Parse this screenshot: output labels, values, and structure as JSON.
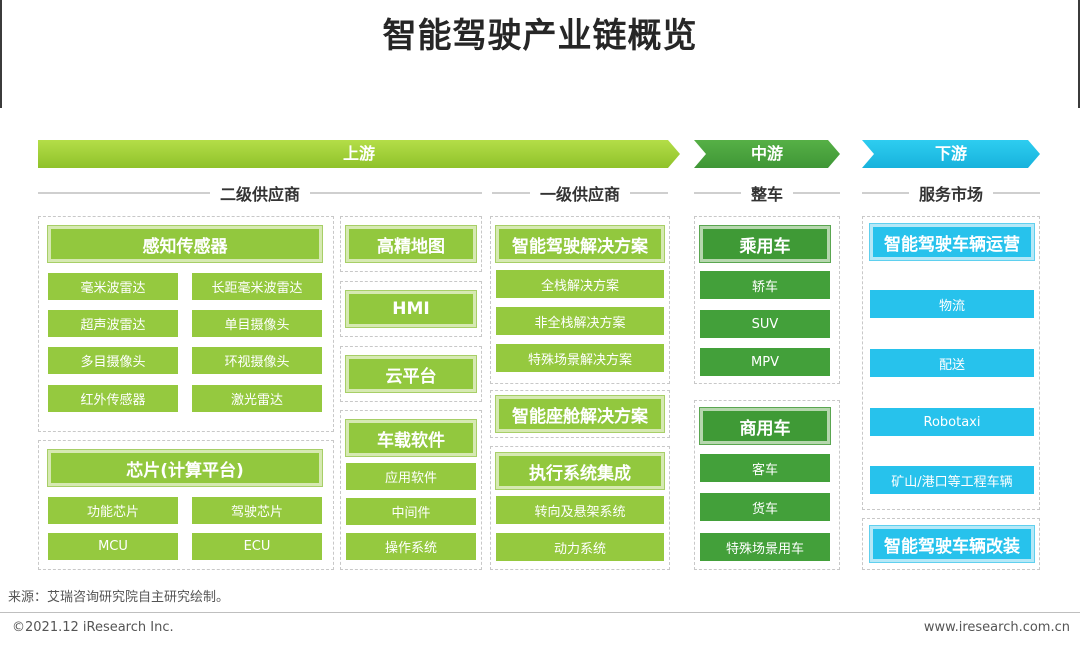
{
  "title": "智能驾驶产业链概览",
  "stages": {
    "up": "上游",
    "mid": "中游",
    "down": "下游"
  },
  "sections": {
    "tier2": "二级供应商",
    "tier1": "一级供应商",
    "vehicle": "整车",
    "service": "服务市场"
  },
  "sensors": {
    "title": "感知传感器",
    "items": [
      "毫米波雷达",
      "长距毫米波雷达",
      "超声波雷达",
      "单目摄像头",
      "多目摄像头",
      "环视摄像头",
      "红外传感器",
      "激光雷达"
    ]
  },
  "chips": {
    "title": "芯片(计算平台)",
    "items": [
      "功能芯片",
      "驾驶芯片",
      "MCU",
      "ECU"
    ]
  },
  "mid_column": {
    "hdmap": "高精地图",
    "hmi": "HMI",
    "cloud": "云平台",
    "software": {
      "title": "车载软件",
      "items": [
        "应用软件",
        "中间件",
        "操作系统"
      ]
    }
  },
  "tier1": {
    "adas": {
      "title": "智能驾驶解决方案",
      "items": [
        "全栈解决方案",
        "非全栈解决方案",
        "特殊场景解决方案"
      ]
    },
    "cockpit": "智能座舱解决方案",
    "actuation": {
      "title": "执行系统集成",
      "items": [
        "转向及悬架系统",
        "动力系统"
      ]
    }
  },
  "vehicle": {
    "passenger": {
      "title": "乘用车",
      "items": [
        "轿车",
        "SUV",
        "MPV"
      ]
    },
    "commercial": {
      "title": "商用车",
      "items": [
        "客车",
        "货车",
        "特殊场景用车"
      ]
    }
  },
  "service": {
    "operation": {
      "title": "智能驾驶车辆运营",
      "items": [
        "物流",
        "配送",
        "Robotaxi",
        "矿山/港口等工程车辆"
      ]
    },
    "modification": "智能驾驶车辆改装"
  },
  "footer": {
    "source": "来源：艾瑞咨询研究院自主研究绘制。",
    "copyright": "©2021.12 iResearch Inc.",
    "site": "www.iresearch.com.cn"
  },
  "colors": {
    "light_green": "#92c83e",
    "dark_green": "#3f9a36",
    "cyan": "#27c2ec"
  }
}
